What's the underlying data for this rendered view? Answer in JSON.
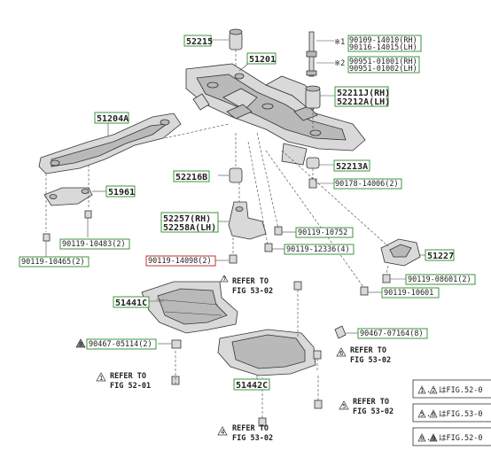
{
  "labels": {
    "p52215": "52215",
    "p51201": "51201",
    "p90109": "90109-14010(RH)",
    "p90116": "90116-14015(LH)",
    "p90951a": "90951-01001(RH)",
    "p90951b": "90951-01002(LH)",
    "p52211J": "52211J(RH)",
    "p52212A": "52212A(LH)",
    "p51204A": "51204A",
    "p52213A": "52213A",
    "p52216B": "52216B",
    "p90178": "90178-14006(2)",
    "p51961": "51961",
    "p52257": "52257(RH)",
    "p52258A": "52258A(LH)",
    "p90119_10752": "90119-10752",
    "p90119_10483": "90119-10483(2)",
    "p90119_12336": "90119-12336(4)",
    "p90119_10465": "90119-10465(2)",
    "p51227": "51227",
    "p90119_14098": "90119-14098(2)",
    "p90119_08601": "90119-08601(2)",
    "p90119_10601": "90119-10601",
    "p51441C": "51441C",
    "p90467_07164": "90467-07164(8)",
    "p90467_05114": "90467-05114(2)",
    "p51442C": "51442C"
  },
  "marks": {
    "m1": "※1",
    "m2": "※2"
  },
  "refs": {
    "r1_a": "REFER TO",
    "r1_b": "FIG 53-02",
    "r1_num": "7",
    "r2_a": "REFER TO",
    "r2_b": "FIG 52-01",
    "r2_num": "1",
    "r3_a": "REFER TO",
    "r3_b": "FIG 53-02",
    "r3_num": "6",
    "r4_a": "REFER TO",
    "r4_b": "FIG 53-02",
    "r4_num": "5",
    "r5_a": "REFER TO",
    "r5_b": "FIG 53-02",
    "r5_num": "4",
    "bolt_num": "8"
  },
  "legend": [
    {
      "t1": "1",
      "t2": "2",
      "text": "はFIG.52-0"
    },
    {
      "t1": "5",
      "t2": "6",
      "text": "はFIG.53-0"
    },
    {
      "t1": "8",
      "t2": "9",
      "text": "はFIG.52-0"
    }
  ],
  "colors": {
    "label_box": "#2a8a2a",
    "highlight_box": "#c01a1a"
  }
}
